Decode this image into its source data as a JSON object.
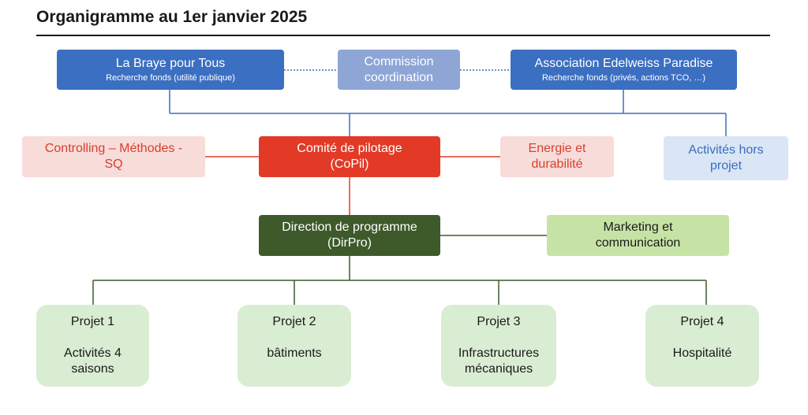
{
  "title": "Organigramme au 1er janvier 2025",
  "colors": {
    "primary_blue": "#3b6fc1",
    "coordination_blue": "#8ea6d6",
    "copil_red": "#e23a26",
    "support_pink": "#f8dcda",
    "support_text_red": "#d7402c",
    "light_blue": "#dae6f5",
    "dirpro_green": "#3e5a2b",
    "marketing_green": "#c6e3a5",
    "project_green": "#d9edd3"
  },
  "top": {
    "braye": {
      "title": "La Braye pour Tous",
      "subtitle": "Recherche fonds (utilité publique)"
    },
    "commission": {
      "title": "Commission coordination"
    },
    "edelweiss": {
      "title": "Association Edelweiss Paradise",
      "subtitle": "Recherche fonds (privés, actions TCO, …)"
    }
  },
  "middle": {
    "controlling": "Controlling – Méthodes - SQ",
    "copil": {
      "title": "Comité de pilotage",
      "abbr": "(CoPil)"
    },
    "energie": "Energie et durabilité",
    "activites": "Activités hors projet"
  },
  "direction": {
    "dirpro": {
      "title": "Direction de programme",
      "abbr": "(DirPro)"
    },
    "marketing": "Marketing et communication"
  },
  "projects": [
    {
      "name": "Projet 1",
      "desc": "Activités 4 saisons"
    },
    {
      "name": "Projet 2",
      "desc": "bâtiments"
    },
    {
      "name": "Projet 3",
      "desc": "Infrastructures mécaniques"
    },
    {
      "name": "Projet 4",
      "desc": "Hospitalité"
    }
  ]
}
